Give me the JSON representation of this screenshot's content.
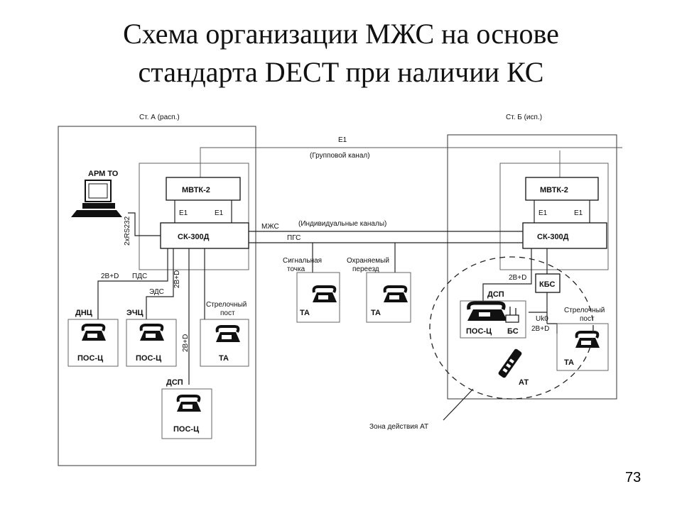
{
  "title_line1": "Схема организации МЖС на основе",
  "title_line2": "стандарта DECT при наличии КС",
  "page_number": "73",
  "stations": {
    "a": "Ст. А (расп.)",
    "b": "Ст. Б (исп.)"
  },
  "links": {
    "e1_top": "E1",
    "group_channel": "(Групповой канал)",
    "mzhs": "МЖС",
    "individual_channels": "(Индивидуальные каналы)",
    "pgs": "ПГС"
  },
  "station_a": {
    "arm": "АРМ ТО",
    "rs232": "2xRS232",
    "mvtk": "МВТК-2",
    "e1_left": "E1",
    "e1_right": "E1",
    "sk": "СК-300Д",
    "b2d_left": "2B+D",
    "pds": "ПДС",
    "eds": "ЭДС",
    "b2d_vert1": "2B+D",
    "b2d_vert2": "2B+D",
    "dnc": "ДНЦ",
    "echc": "ЭЧЦ",
    "pos1": "ПОС-Ц",
    "pos2": "ПОС-Ц",
    "strel_1": "Стрелочный",
    "strel_2": "пост",
    "ta": "ТА",
    "dsp": "ДСП",
    "pos3": "ПОС-Ц"
  },
  "middle": {
    "signal_1": "Сигнальная",
    "signal_2": "точка",
    "ta1": "ТА",
    "guarded_1": "Охраняемый",
    "guarded_2": "переезд",
    "ta2": "ТА"
  },
  "station_b": {
    "mvtk": "МВТК-2",
    "e1_left": "E1",
    "e1_right": "E1",
    "sk": "СК-300Д",
    "b2d": "2B+D",
    "kbs": "КБС",
    "dsp": "ДСП",
    "pos": "ПОС-Ц",
    "bs": "БС",
    "uk0": "Uk0",
    "b2d_2": "2B+D",
    "strel_1": "Стрелочный",
    "strel_2": "пост",
    "ta": "ТА",
    "at": "АТ",
    "zone": "Зона действия АТ"
  }
}
